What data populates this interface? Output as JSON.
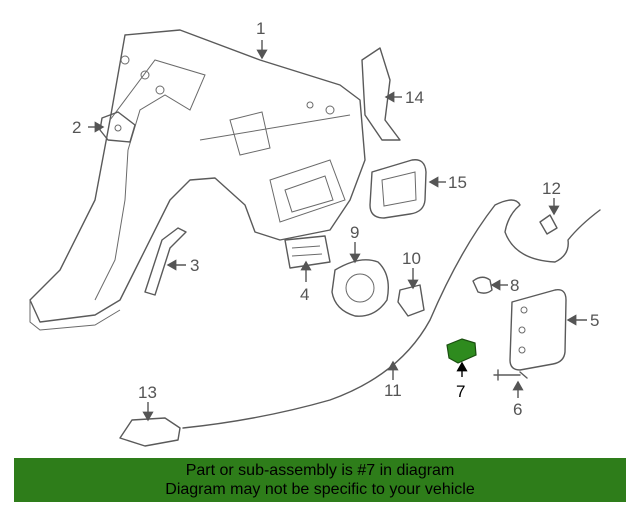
{
  "diagram": {
    "callouts": {
      "c1": "1",
      "c2": "2",
      "c3": "3",
      "c4": "4",
      "c5": "5",
      "c6": "6",
      "c7": "7",
      "c8": "8",
      "c9": "9",
      "c10": "10",
      "c11": "11",
      "c12": "12",
      "c13": "13",
      "c14": "14",
      "c15": "15"
    },
    "highlighted_part": "7",
    "highlight_color": "#2e8b1e"
  },
  "banner": {
    "line1": "Part or sub-assembly is #7 in diagram",
    "line2": "Diagram may not be specific to your vehicle",
    "background": "#2e7d1a"
  }
}
